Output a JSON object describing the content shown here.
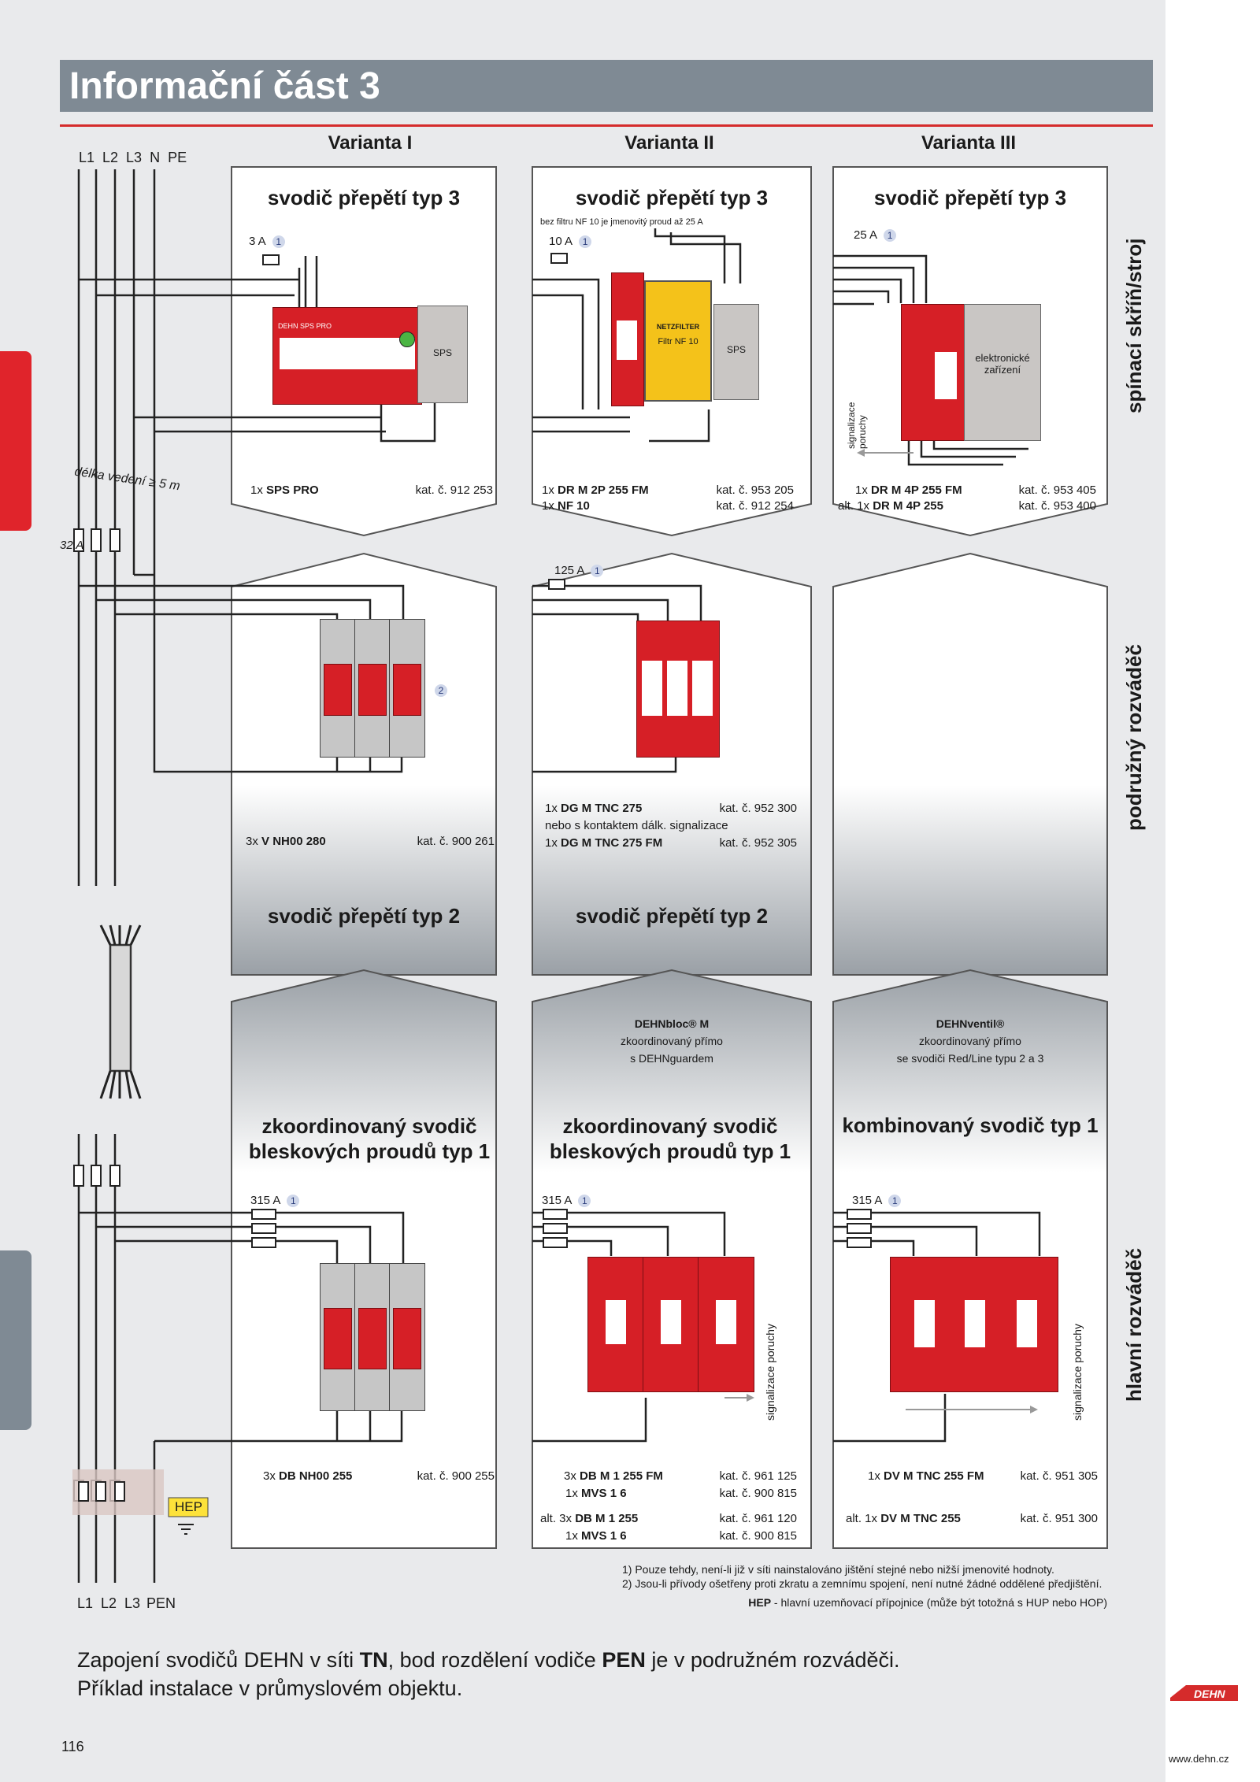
{
  "header": {
    "title": "Informační část 3"
  },
  "variants": [
    "Varianta I",
    "Varianta II",
    "Varianta III"
  ],
  "left_labels": {
    "top_conductors": "L1  L2  L3  N  PE",
    "length": "délka vedení ≥ 5 m",
    "fuse32": "32 A",
    "hep": "HEP",
    "bottom_conductors": "L1  L2  L3",
    "pen": "PEN"
  },
  "side_labels": {
    "top": "spínací skříň/stroj",
    "middle": "podružný rozváděč",
    "bottom": "hlavní rozváděč"
  },
  "type3": {
    "title": "svodič přepětí typ 3",
    "v1": {
      "fuse": "3 A",
      "fuse_note": "1",
      "device_label": "DEHN SPS PRO",
      "sps": "SPS",
      "items": [
        {
          "qty": "1x",
          "name": "SPS PRO",
          "kat": "kat. č. 912 253"
        }
      ]
    },
    "v2": {
      "note": "bez filtru NF 10 je jmenovitý proud až 25 A",
      "fuse": "10 A",
      "fuse_note": "1",
      "filter": "Filtr NF 10",
      "netzfilter": "NETZFILTER",
      "sps": "SPS",
      "items": [
        {
          "qty": "1x",
          "name": "DR M 2P 255 FM",
          "kat": "kat. č. 953 205"
        },
        {
          "qty": "1x",
          "name": "NF 10",
          "kat": "kat. č. 912 254"
        }
      ]
    },
    "v3": {
      "fuse": "25 A",
      "fuse_note": "1",
      "device": "elektronické zařízení",
      "signal": "signalizace poruchy",
      "items": [
        {
          "qty": "1x",
          "name": "DR M 4P 255 FM",
          "kat": "kat. č. 953 405"
        },
        {
          "qty": "alt. 1x",
          "name": "DR M 4P 255",
          "kat": "kat. č. 953 400"
        }
      ]
    }
  },
  "type2": {
    "title": "svodič přepětí typ 2",
    "v1": {
      "note": "2",
      "items": [
        {
          "qty": "3x",
          "name": "V NH00 280",
          "kat": "kat. č. 900 261"
        }
      ]
    },
    "v2": {
      "fuse": "125 A",
      "fuse_note": "1",
      "items": [
        {
          "qty": "1x",
          "name": "DG M TNC 275",
          "kat": "kat. č. 952 300"
        },
        {
          "qty": "",
          "name": "nebo s kontaktem dálk. signalizace",
          "kat": ""
        },
        {
          "qty": "1x",
          "name": "DG M TNC 275 FM",
          "kat": "kat. č. 952 305"
        }
      ]
    }
  },
  "type1": {
    "v1": {
      "title": "zkoordinovaný svodič bleskových proudů typ 1",
      "fuse": "315 A",
      "fuse_note": "1",
      "items": [
        {
          "qty": "3x",
          "name": "DB NH00 255",
          "kat": "kat. č. 900 255"
        }
      ]
    },
    "v2": {
      "header": "DEHNbloc® M",
      "sub1": "zkoordinovaný přímo",
      "sub2": "s DEHNguardem",
      "title": "zkoordinovaný svodič bleskových proudů typ 1",
      "fuse": "315 A",
      "fuse_note": "1",
      "signal": "signalizace poruchy",
      "items": [
        {
          "qty": "3x",
          "name": "DB M 1 255 FM",
          "kat": "kat. č. 961 125"
        },
        {
          "qty": "1x",
          "name": "MVS 1 6",
          "kat": "kat. č. 900 815"
        },
        {
          "qty": "alt. 3x",
          "name": "DB M 1 255",
          "kat": "kat. č. 961 120"
        },
        {
          "qty": "1x",
          "name": "MVS 1 6",
          "kat": "kat. č. 900 815"
        }
      ]
    },
    "v3": {
      "header": "DEHNventil®",
      "sub1": "zkoordinovaný přímo",
      "sub2": "se svodiči Red/Line typu 2 a 3",
      "title": "kombinovaný svodič typ 1",
      "fuse": "315 A",
      "fuse_note": "1",
      "signal": "signalizace poruchy",
      "items": [
        {
          "qty": "1x",
          "name": "DV M TNC 255 FM",
          "kat": "kat. č. 951 305"
        },
        {
          "qty": "alt. 1x",
          "name": "DV M TNC 255",
          "kat": "kat. č. 951 300"
        }
      ]
    }
  },
  "footnotes": {
    "f1": "1) Pouze tehdy, není-li již v síti nainstalováno jištění stejné nebo nižší jmenovité hodnoty.",
    "f2": "2) Jsou-li přívody ošetřeny proti zkratu a zemnímu spojení, není nutné žádné oddělené předjištění.",
    "hep_bold": "HEP",
    "hep": " - hlavní uzemňovací přípojnice (může být totožná s HUP nebo HOP)"
  },
  "caption": {
    "l1a": "Zapojení svodičů DEHN v síti ",
    "tn": "TN",
    "l1b": ", bod rozdělení vodiče ",
    "pen": "PEN",
    "l1c": " je v podružném rozváděči.",
    "l2": "Příklad instalace v průmyslovém objektu."
  },
  "page_number": "116",
  "logo": "DEHN",
  "url": "www.dehn.cz",
  "colors": {
    "header": "#7f8a94",
    "accent_red": "#d52b2b",
    "device_red": "#d61f26",
    "yellow": "#f4c21a"
  }
}
